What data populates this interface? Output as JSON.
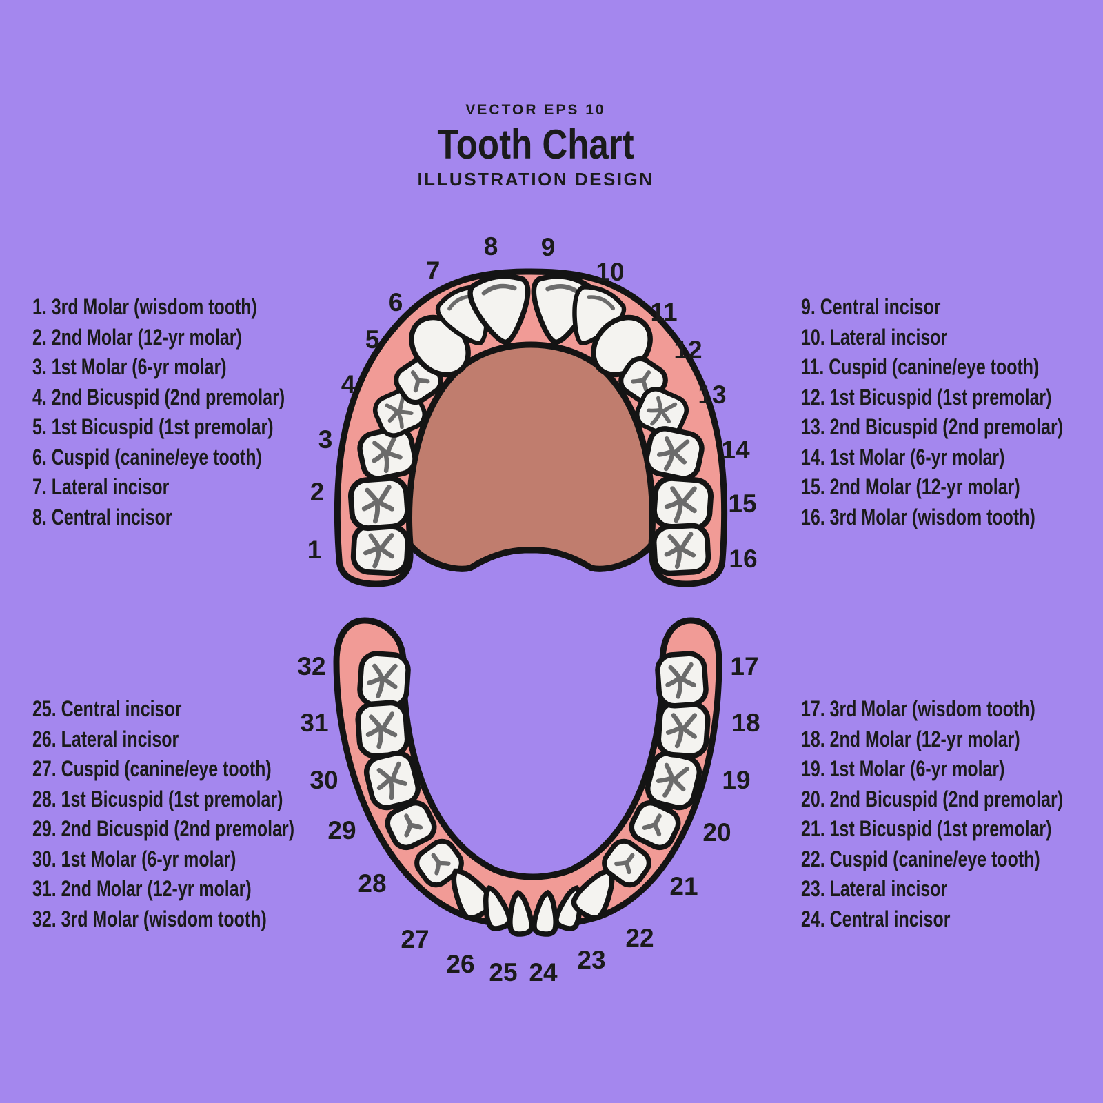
{
  "title": {
    "kicker": "VECTOR EPS 10",
    "main": "Tooth Chart",
    "subtitle": "ILLUSTRATION DESIGN"
  },
  "palette": {
    "background": "#A487EE",
    "gum_pink": "#F19B96",
    "palate_brown": "#C07D6E",
    "tooth_white": "#F4F3F0",
    "outline_black": "#141414",
    "fissure_grey": "#6B6B6B",
    "text_black": "#1B1B1B"
  },
  "upper_jaw": {
    "tooth_numbers": [
      "1",
      "2",
      "3",
      "4",
      "5",
      "6",
      "7",
      "8",
      "9",
      "10",
      "11",
      "12",
      "13",
      "14",
      "15",
      "16"
    ]
  },
  "lower_jaw": {
    "tooth_numbers": [
      "32",
      "31",
      "30",
      "29",
      "28",
      "27",
      "26",
      "25",
      "24",
      "23",
      "22",
      "21",
      "20",
      "19",
      "18",
      "17"
    ]
  },
  "legend": {
    "upper_left": [
      "1. 3rd Molar (wisdom tooth)",
      "2. 2nd Molar (12-yr molar)",
      "3. 1st Molar (6-yr molar)",
      "4. 2nd Bicuspid (2nd premolar)",
      "5. 1st Bicuspid (1st premolar)",
      "6. Cuspid (canine/eye tooth)",
      "7. Lateral incisor",
      "8. Central incisor"
    ],
    "upper_right": [
      "9. Central incisor",
      "10. Lateral incisor",
      "11. Cuspid (canine/eye tooth)",
      "12. 1st Bicuspid (1st premolar)",
      "13. 2nd Bicuspid (2nd premolar)",
      "14. 1st Molar (6-yr molar)",
      "15. 2nd Molar (12-yr molar)",
      "16. 3rd Molar (wisdom tooth)"
    ],
    "lower_left": [
      "25. Central incisor",
      "26. Lateral incisor",
      "27. Cuspid (canine/eye tooth)",
      "28. 1st Bicuspid (1st premolar)",
      "29. 2nd Bicuspid (2nd premolar)",
      "30. 1st Molar (6-yr molar)",
      "31. 2nd Molar (12-yr molar)",
      "32. 3rd Molar (wisdom tooth)"
    ],
    "lower_right": [
      "17. 3rd Molar (wisdom tooth)",
      "18. 2nd Molar (12-yr molar)",
      "19. 1st Molar (6-yr molar)",
      "20. 2nd Bicuspid (2nd premolar)",
      "21. 1st Bicuspid (1st premolar)",
      "22. Cuspid (canine/eye tooth)",
      "23. Lateral incisor",
      "24. Central incisor"
    ]
  }
}
